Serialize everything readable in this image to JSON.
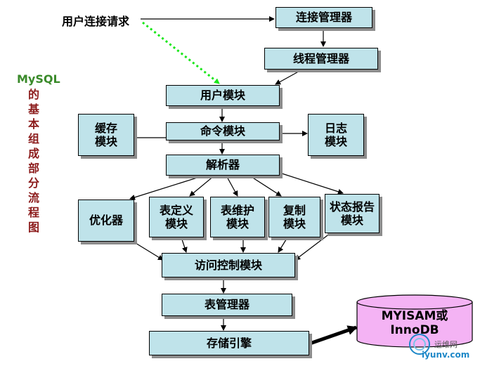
{
  "title": {
    "line1": "MySQL",
    "line2": "的基本组成部分流程图"
  },
  "request_label": "用户连接请求",
  "nodes": {
    "connection_manager": "连接管理器",
    "thread_manager": "线程管理器",
    "user_module": "用户模块",
    "cache_module": "缓存\n模块",
    "command_module": "命令模块",
    "log_module": "日志\n模块",
    "parser": "解析器",
    "optimizer": "优化器",
    "table_definition": "表定义\n模块",
    "table_maintenance": "表维护\n模块",
    "replication": "复制\n模块",
    "status_report": "状态报告\n模块",
    "access_control": "访问控制模块",
    "table_manager": "表管理器",
    "storage_engine": "存储引擎",
    "engines_db": "MYISAM或\nInnoDB"
  },
  "colors": {
    "box_fill": "#bfe3ea",
    "db_fill": "#f4b3f4",
    "dashed_arrow": "#19e619",
    "title_green": "#3a8a2a",
    "title_red": "#8b1a1a"
  },
  "watermark": {
    "text": "运维网",
    "url": "iyunv.com"
  }
}
